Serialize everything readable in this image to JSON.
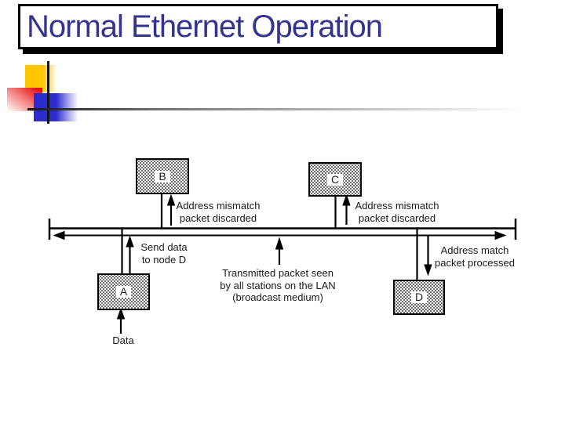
{
  "slide": {
    "title": "Normal Ethernet Operation",
    "title_color": "#333390",
    "background_color": "#ffffff",
    "decor_colors": {
      "yellow": "#ffc600",
      "red": "#e60d0d",
      "blue": "#2b2bd0",
      "line": "#161616"
    }
  },
  "diagram": {
    "nodes": {
      "a": {
        "label": "A"
      },
      "b": {
        "label": "B"
      },
      "c": {
        "label": "C"
      },
      "d": {
        "label": "D"
      }
    },
    "annotations": {
      "mismatch_left": "Address mismatch\npacket discarded",
      "mismatch_right": "Address mismatch\npacket discarded",
      "send_data": "Send data\nto node D",
      "broadcast": "Transmitted packet seen\nby all stations on the LAN\n(broadcast medium)",
      "match": "Address match\npacket processed",
      "data_in": "Data"
    },
    "line_color": "#000000"
  }
}
